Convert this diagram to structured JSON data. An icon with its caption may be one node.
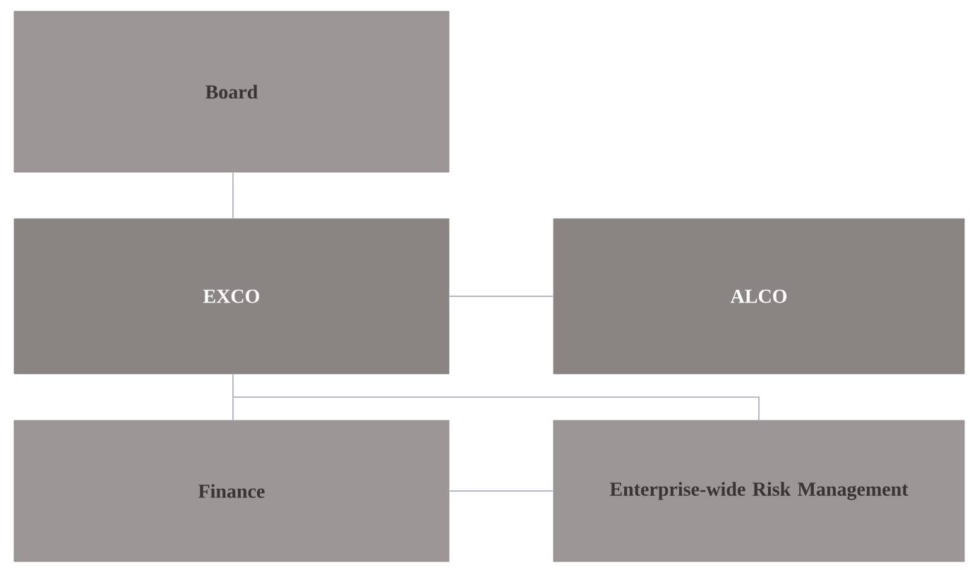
{
  "diagram": {
    "nodes": [
      {
        "text": [
          "Board"
        ]
      },
      {
        "text": [
          "EXCO"
        ]
      },
      {
        "text": [
          "ALCO"
        ]
      },
      {
        "text": [
          "Finance"
        ]
      },
      {
        "text": [
          "Enterprise-wide Risk Management"
        ]
      }
    ],
    "edges": [
      {
        "from": 0,
        "to": 1,
        "arrow": "none"
      },
      {
        "from": 1,
        "to": 2,
        "arrow": "none"
      },
      {
        "from": 1,
        "to": 3,
        "arrow": "none"
      },
      {
        "from": 1,
        "to": 4,
        "arrow": "none"
      },
      {
        "from": 3,
        "to": 4,
        "arrow": "none"
      }
    ]
  }
}
